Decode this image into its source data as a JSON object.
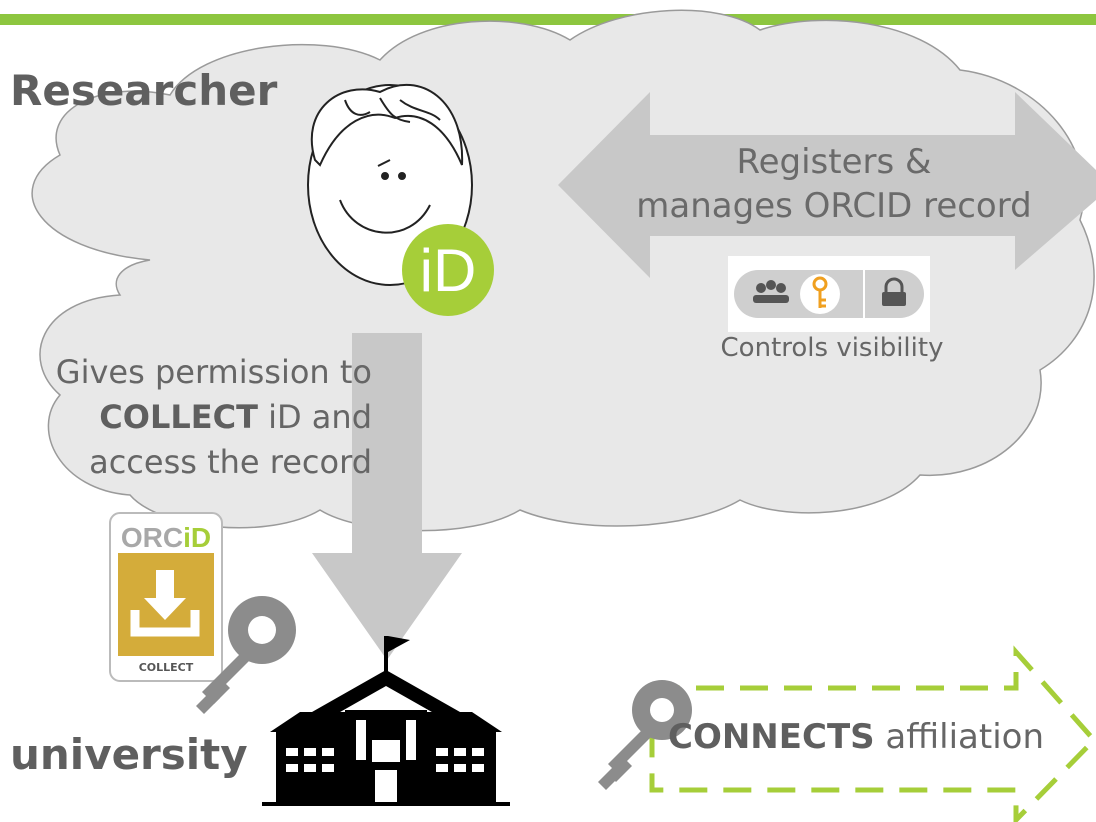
{
  "title": "Researcher",
  "registers": {
    "line1": "Registers &",
    "line2": "manages ORCID record"
  },
  "visibility_label": "Controls visibility",
  "visibility_icons": [
    "group-icon",
    "key-icon",
    "lock-icon"
  ],
  "permission": {
    "line1": "Gives permission to",
    "keyword": "COLLECT",
    "line2_rest": " iD and",
    "line3": "access the record"
  },
  "badge": {
    "brand": "ORC",
    "brand_id": "iD",
    "label": "COLLECT"
  },
  "orcid_logo": "iD",
  "institution": "university",
  "connects": {
    "keyword": "CONNECTS",
    "rest": " affiliation"
  },
  "colors": {
    "accent_green": "#8dc63f",
    "orcid_green": "#a6ce39",
    "badge_gold": "#d4ac3a",
    "arrow_gray": "#c8c8c8",
    "key_gray": "#8c8c8c"
  }
}
